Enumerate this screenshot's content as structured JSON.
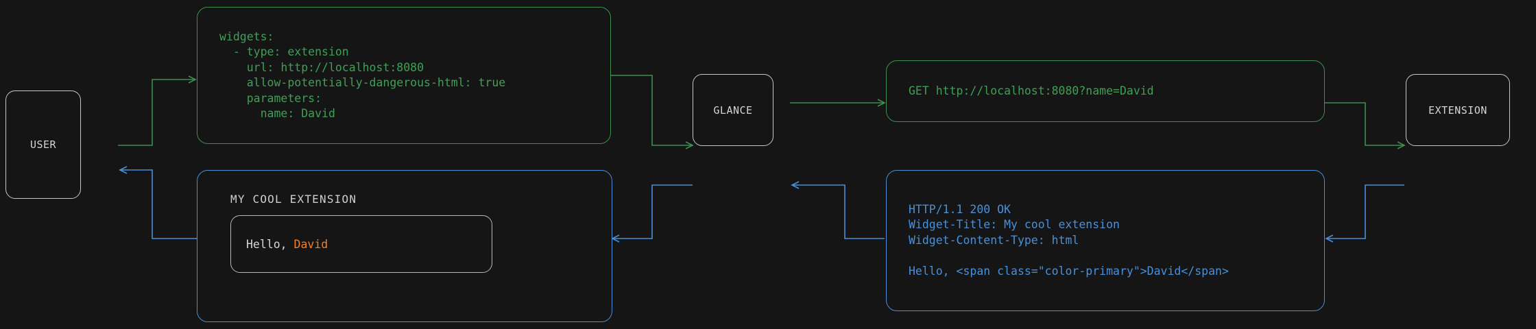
{
  "diagram": {
    "background_color": "#151515",
    "request_color": "#3fa055",
    "response_color": "#4a90d9",
    "node_border_color": "#c8c8c8",
    "accent_color": "#f0802c",
    "nodes": [
      {
        "id": "user",
        "label": "USER"
      },
      {
        "id": "glance",
        "label": "GLANCE"
      },
      {
        "id": "extension",
        "label": "EXTENSION"
      }
    ],
    "messages": {
      "config_yaml": "widgets:\n  - type: extension\n    url: http://localhost:8080\n    allow-potentially-dangerous-html: true\n    parameters:\n      name: David",
      "http_request": "GET http://localhost:8080?name=David",
      "http_response": "HTTP/1.1 200 OK\nWidget-Title: My cool extension\nWidget-Content-Type: html\n\nHello, <span class=\"color-primary\">David</span>",
      "widget_title": "MY COOL EXTENSION",
      "widget_greeting_prefix": "Hello, ",
      "widget_greeting_name": "David"
    }
  }
}
